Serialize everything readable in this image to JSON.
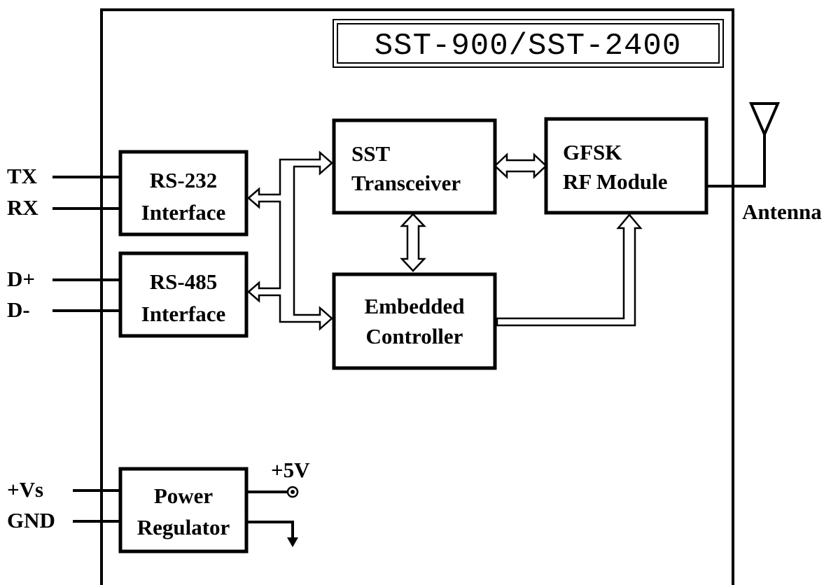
{
  "title": "SST-900/SST-2400",
  "blocks": {
    "rs232": [
      "RS-232",
      "Interface"
    ],
    "rs485": [
      "RS-485",
      "Interface"
    ],
    "transceiver": [
      "SST",
      "Transceiver"
    ],
    "rf_module": [
      "GFSK",
      "RF Module"
    ],
    "controller": [
      "Embedded",
      "Controller"
    ],
    "power": [
      "Power",
      "Regulator"
    ]
  },
  "pins": {
    "tx": "TX",
    "rx": "RX",
    "d_plus": "D+",
    "d_minus": "D-",
    "vs": "+Vs",
    "gnd": "GND",
    "v5": "+5V"
  },
  "antenna_label": "Antenna"
}
